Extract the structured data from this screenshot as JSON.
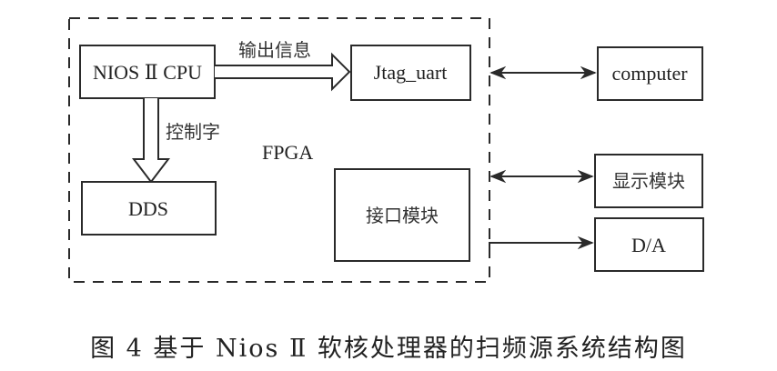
{
  "diagram": {
    "container_label": "FPGA",
    "blocks": {
      "cpu": "NIOS Ⅱ CPU",
      "jtag": "Jtag_uart",
      "dds": "DDS",
      "interface": "接口模块",
      "computer": "computer",
      "display": "显示模块",
      "da": "D/A"
    },
    "edges": {
      "cpu_to_jtag": "输出信息",
      "cpu_to_dds": "控制字"
    },
    "caption": "图 4   基于 Nios Ⅱ 软核处理器的扫频源系统结构图"
  }
}
